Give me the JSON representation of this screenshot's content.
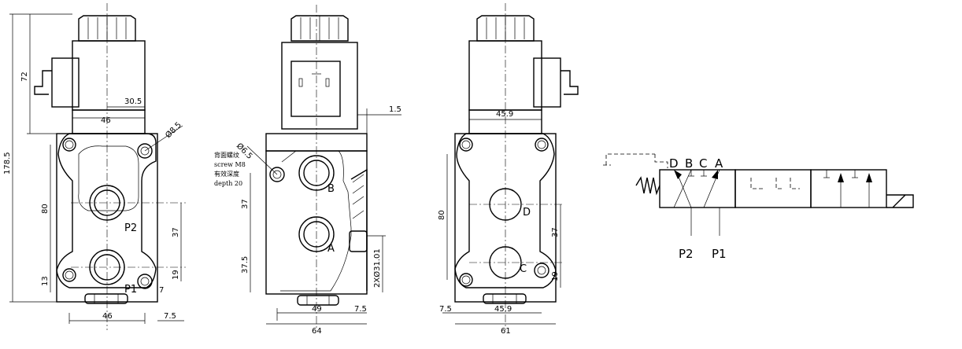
{
  "front_view": {
    "dims": {
      "overall_height": "178.5",
      "coil_height": "72",
      "coil_offset": "30.5",
      "coil_width": "46",
      "mount_hole_dia": "Ø8.5",
      "hole_spacing_v": "80",
      "port_spacing": "37",
      "bottom_offset": "13",
      "hole_offset_19": "19",
      "small_7": "7",
      "base_width": "46",
      "edge_offset": "7.5"
    },
    "ports": {
      "p2": "P2",
      "p1": "P1"
    }
  },
  "side_view": {
    "dims": {
      "hole_dia": "Ø6.5",
      "gap": "1.5",
      "upper_37": "37",
      "lower_37_5": "37.5",
      "port_size": "2XØ31.01",
      "center_49": "49",
      "offset_7_5": "7.5",
      "width_64": "64"
    },
    "note_lines": [
      "背面螺纹",
      "screw M8",
      "有效深度",
      "depth 20"
    ],
    "ports": {
      "b": "B",
      "a": "A"
    }
  },
  "back_view": {
    "dims": {
      "coil_width": "45.9",
      "hole_spacing_v": "80",
      "port_spacing": "37",
      "offset_19": "19",
      "left_7_5": "7.5",
      "base_45_9": "45.9",
      "width_61": "61"
    },
    "ports": {
      "d": "D",
      "c": "C"
    }
  },
  "symbol": {
    "ports_top": [
      "D",
      "B",
      "C",
      "A"
    ],
    "ports_bottom": [
      "P2",
      "P1"
    ]
  }
}
